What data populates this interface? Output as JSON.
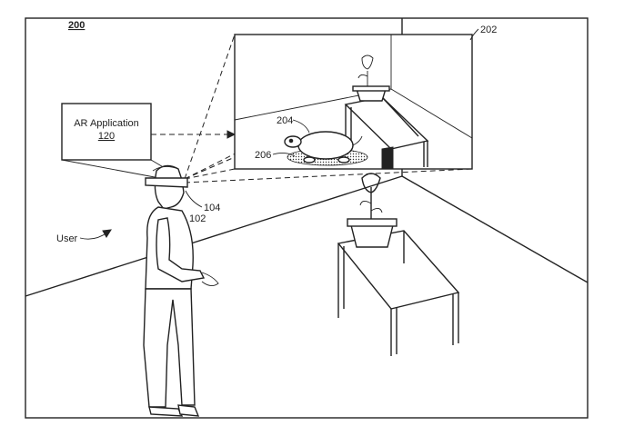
{
  "figure": {
    "ref_label": "200",
    "view_label": "202",
    "virtual_object_label": "204",
    "shadow_label": "206",
    "device_label": "104",
    "device_wearer_label": "102",
    "user_label": "User",
    "app_box": {
      "title": "AR Application",
      "number": "120"
    }
  }
}
